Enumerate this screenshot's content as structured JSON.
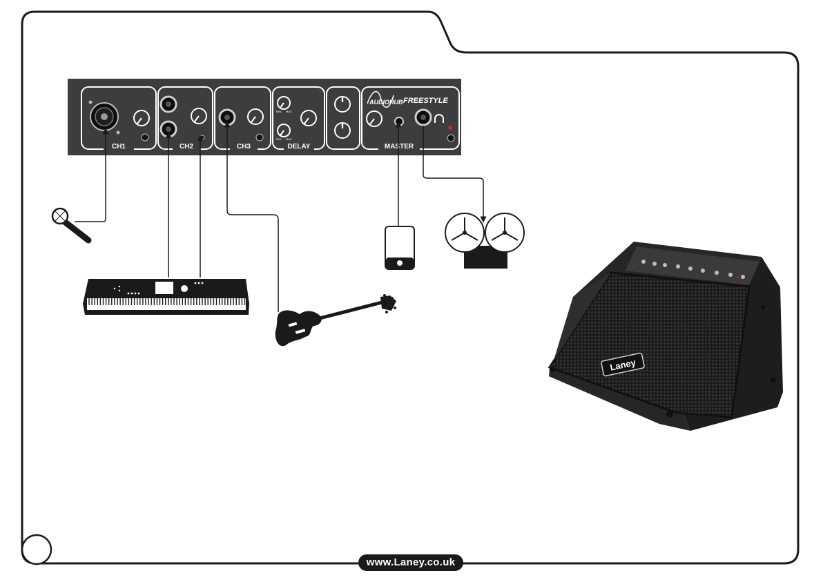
{
  "panel": {
    "brand_logo": "AUDIOHUB",
    "model": "FREESTYLE",
    "section_labels": [
      "CH1",
      "CH2",
      "CH3",
      "DELAY",
      "MASTER"
    ],
    "delay_knob_marks": [
      "MIN",
      "MAX"
    ]
  },
  "amp": {
    "badge": "Laney"
  },
  "footer": {
    "url": "www.Laney.co.uk"
  },
  "colors": {
    "panel": "#3d3d3d",
    "line": "#1a1a1a",
    "led": "#e01d1d",
    "amp": "#262626"
  },
  "icons": [
    "microphone-icon",
    "keyboard-icon",
    "bass-guitar-icon",
    "phone-icon",
    "tape-recorder-icon",
    "amplifier-icon"
  ]
}
